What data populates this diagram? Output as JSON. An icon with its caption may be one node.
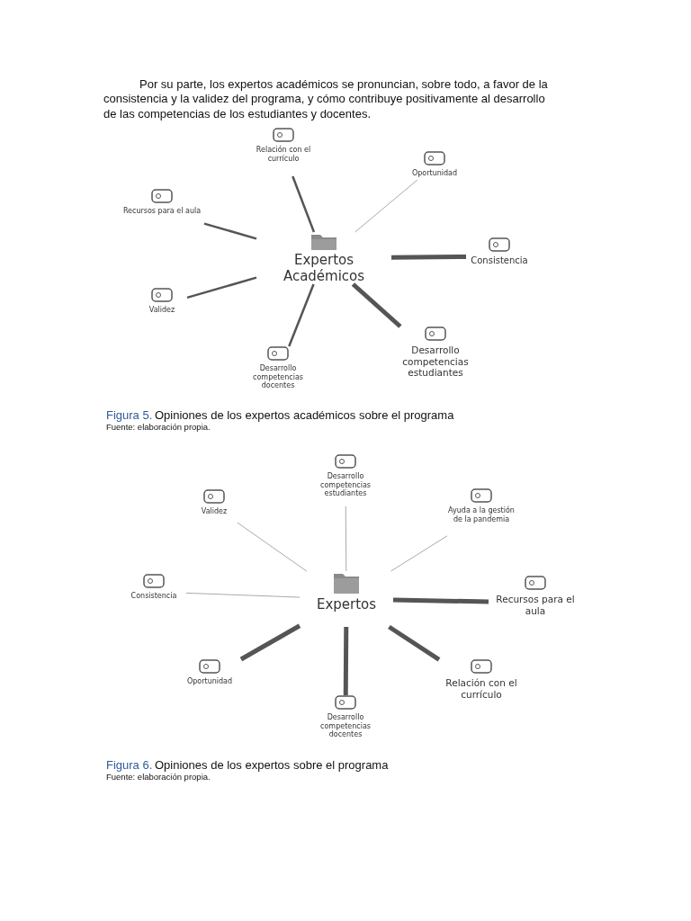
{
  "diagram": {
    "nodes": [
      {
        "text": [
          "Expertos Académicos"
        ]
      },
      {
        "text": [
          "Relación con el currículo"
        ]
      },
      {
        "text": [
          "Oportunidad"
        ]
      },
      {
        "text": [
          "Recursos para el aula"
        ]
      },
      {
        "text": [
          "Consistencia"
        ]
      },
      {
        "text": [
          "Validez"
        ]
      },
      {
        "text": [
          "Desarrollo competencias docentes"
        ]
      },
      {
        "text": [
          "Desarrollo competencias estudiantes"
        ]
      },
      {
        "text": [
          "Expertos"
        ]
      },
      {
        "text": [
          "Desarrollo competencias estudiantes"
        ]
      },
      {
        "text": [
          "Validez"
        ]
      },
      {
        "text": [
          "Ayuda a la gestión de la pandemia"
        ]
      },
      {
        "text": [
          "Consistencia"
        ]
      },
      {
        "text": [
          "Recursos para el aula"
        ]
      },
      {
        "text": [
          "Oportunidad"
        ]
      },
      {
        "text": [
          "Desarrollo competencias docentes"
        ]
      },
      {
        "text": [
          "Relación con el currículo"
        ]
      }
    ],
    "edges": [
      {
        "from": 0,
        "to": 1,
        "arrow": "none"
      },
      {
        "from": 0,
        "to": 2,
        "arrow": "none",
        "color": "#aaaaaa"
      },
      {
        "from": 0,
        "to": 3,
        "arrow": "none"
      },
      {
        "from": 0,
        "to": 4,
        "arrow": "none",
        "style": "thick"
      },
      {
        "from": 0,
        "to": 5,
        "arrow": "none"
      },
      {
        "from": 0,
        "to": 6,
        "arrow": "none"
      },
      {
        "from": 0,
        "to": 7,
        "arrow": "none",
        "style": "thick"
      },
      {
        "from": 8,
        "to": 9,
        "arrow": "none",
        "color": "#aaaaaa"
      },
      {
        "from": 8,
        "to": 10,
        "arrow": "none",
        "color": "#aaaaaa"
      },
      {
        "from": 8,
        "to": 11,
        "arrow": "none",
        "color": "#aaaaaa"
      },
      {
        "from": 8,
        "to": 12,
        "arrow": "none",
        "color": "#aaaaaa"
      },
      {
        "from": 8,
        "to": 13,
        "arrow": "none",
        "style": "thick"
      },
      {
        "from": 8,
        "to": 14,
        "arrow": "none",
        "style": "thick"
      },
      {
        "from": 8,
        "to": 15,
        "arrow": "none",
        "style": "thick"
      },
      {
        "from": 8,
        "to": 16,
        "arrow": "none",
        "style": "thick"
      }
    ],
    "labels": [
      "Por su parte, los expertos académicos se pronuncian, sobre todo, a favor de la consistencia y la validez del programa, y cómo contribuye positivamente al desarrollo de las competencias de los estudiantes y docentes.",
      "Figura 5.",
      "Opiniones de los expertos académicos sobre el programa",
      "Fuente: elaboración propia.",
      "Figura 6.",
      "Opiniones de los expertos sobre el programa",
      "Fuente: elaboración propia."
    ]
  }
}
